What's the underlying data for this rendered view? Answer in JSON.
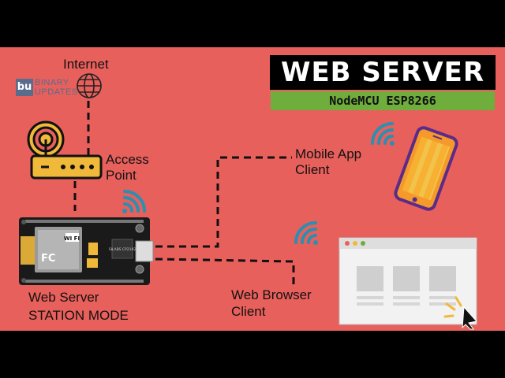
{
  "title": "WEB SERVER",
  "subtitle": "NodeMCU ESP8266",
  "brand": {
    "line1": "BINARY",
    "line2": "UPDATES",
    "mark": "bu"
  },
  "labels": {
    "internet": "Internet",
    "access_point_line1": "Access",
    "access_point_line2": "Point",
    "mobile_line1": "Mobile App",
    "mobile_line2": "Client",
    "browser_line1": "Web Browser",
    "browser_line2": "Client",
    "server_line1": "Web Server",
    "server_line2": "STATION MODE"
  },
  "board": {
    "wifi_badge": "WI FI",
    "fc_mark": "FC",
    "chip_label": "SILABS CP2102"
  },
  "colors": {
    "background": "#e8605c",
    "band": "#000000",
    "router": "#f0b93a",
    "board": "#1a1a1a",
    "wifi_signal": "#2a8fb0",
    "phone": "#f59a2a",
    "browser_window": "#f2f2f2",
    "subtitle_bar": "#6fad3c"
  },
  "icons": [
    "globe-icon",
    "router-icon",
    "wifi-icon",
    "nodemcu-board-icon",
    "smartphone-icon",
    "browser-window-icon",
    "click-burst-icon"
  ]
}
